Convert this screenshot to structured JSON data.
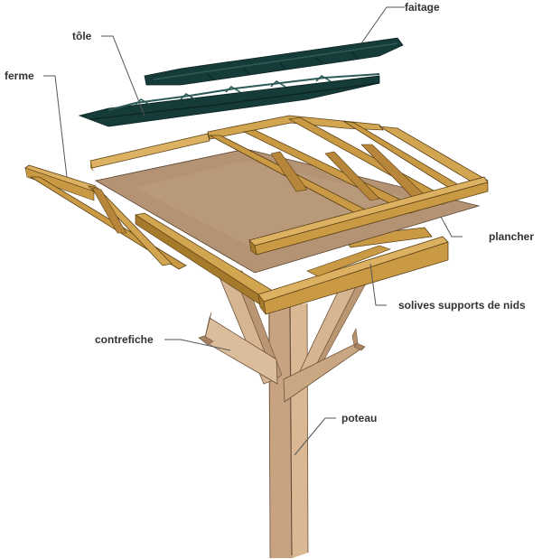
{
  "diagram": {
    "type": "exploded-assembly",
    "subject": "nichoir sur poteau (bird nesting platform)",
    "colors": {
      "metal_sheet": "#163c3a",
      "metal_sheet_dark": "#0b2423",
      "timber": "#c99a43",
      "timber_dark": "#a57a2a",
      "timber_light": "#dcb262",
      "plywood": "#b39373",
      "plywood_light": "#c7a98a",
      "post": "#d2b08e",
      "post_dark": "#b8916c",
      "leader_line": "#555555",
      "label_text": "#333333"
    }
  },
  "labels": {
    "faitage": "faitage",
    "tole": "tôle",
    "ferme": "ferme",
    "plancher": "plancher",
    "solives": "solives supports de nids",
    "contrefiche": "contrefiche",
    "poteau": "poteau"
  }
}
